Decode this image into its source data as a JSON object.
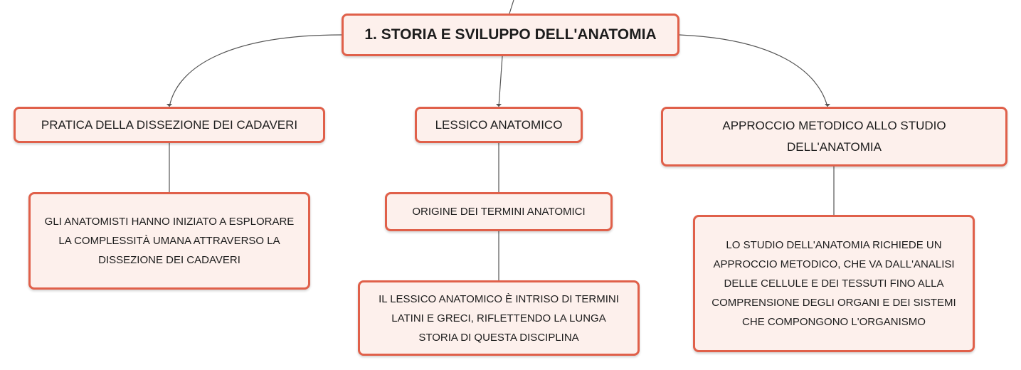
{
  "mindmap": {
    "root": {
      "label": "1. STORIA E SVILUPPO DELL'ANATOMIA"
    },
    "branch_dissection": {
      "label": "PRATICA DELLA DISSEZIONE DEI CADAVERI",
      "child": {
        "label": "GLI ANATOMISTI HANNO INIZIATO A ESPLORARE LA COMPLESSITÀ UMANA ATTRAVERSO LA DISSEZIONE DEI CADAVERI"
      }
    },
    "branch_lexicon": {
      "label": "LESSICO ANATOMICO",
      "child": {
        "label": "ORIGINE DEI TERMINI ANATOMICI",
        "child": {
          "label": "IL LESSICO ANATOMICO È INTRISO DI TERMINI LATINI E GRECI, RIFLETTENDO LA LUNGA STORIA DI QUESTA DISCIPLINA"
        }
      }
    },
    "branch_method": {
      "label": "APPROCCIO METODICO ALLO STUDIO DELL'ANATOMIA",
      "child": {
        "label": "LO STUDIO DELL'ANATOMIA RICHIEDE UN APPROCCIO METODICO, CHE VA DALL'ANALISI DELLE CELLULE E DEI TESSUTI FINO ALLA COMPRENSIONE DEGLI ORGANI E DEI SISTEMI CHE COMPONGONO L'ORGANISMO"
      }
    },
    "colors": {
      "node_border": "#e0604a",
      "node_fill": "#fdf0ec",
      "connector": "#555555",
      "text": "#1d1d1d"
    }
  }
}
